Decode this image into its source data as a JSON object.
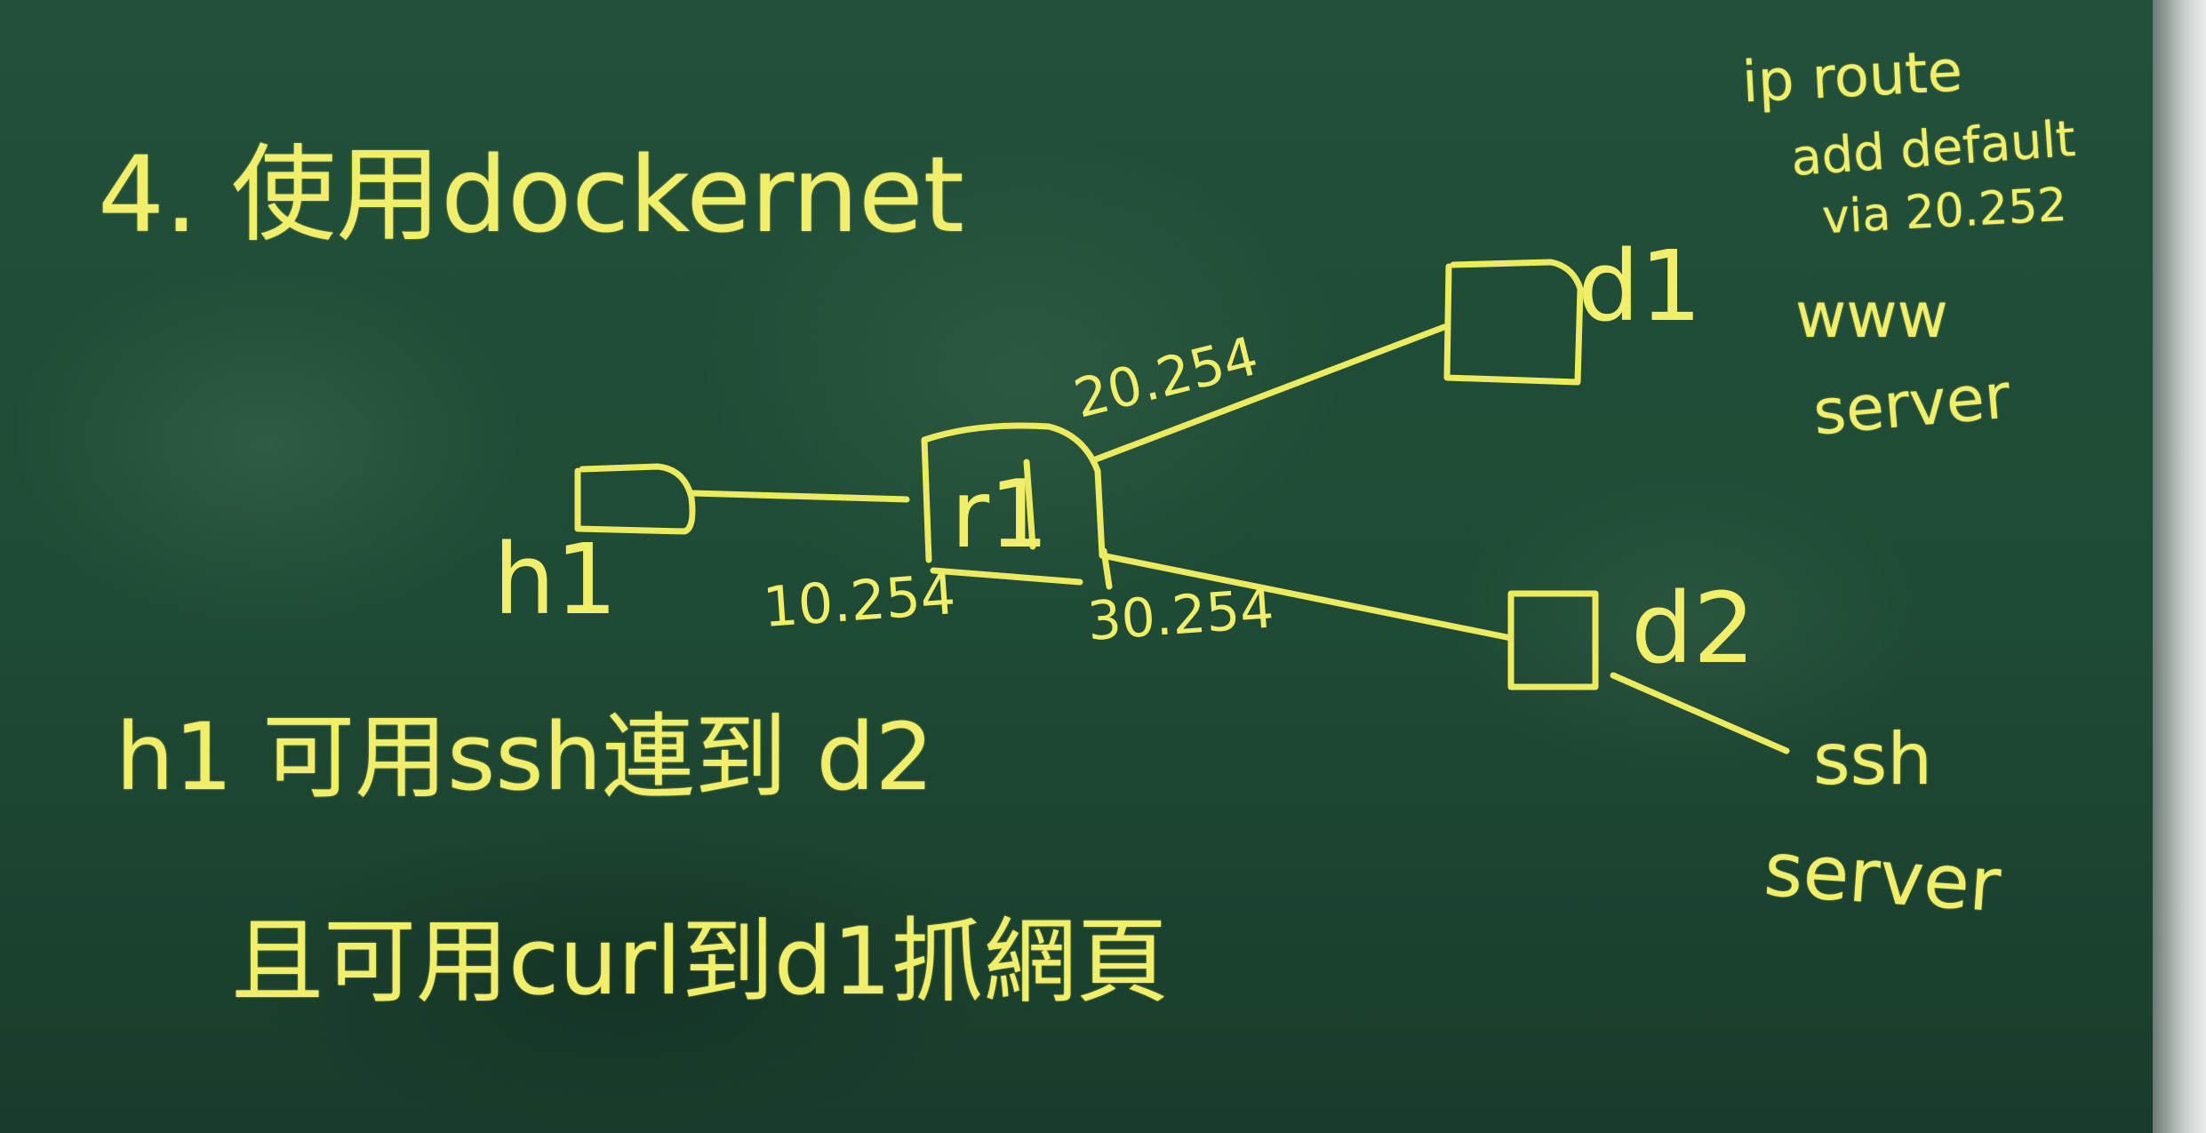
{
  "board": {
    "title": "4. 使用dockernet",
    "note_line1": "ip route",
    "note_line2": "add default",
    "note_line3": "via 20.252",
    "d1_role_line1": "www",
    "d1_role_line2": "server",
    "d2_role_line1": "ssh",
    "d2_role_line2": "server",
    "task_line1": "h1 可用ssh連到 d2",
    "task_line2": "且可用curl到d1抓網頁"
  },
  "diagram": {
    "h1_label": "h1",
    "r1_label": "r1",
    "d1_label": "d1",
    "d2_label": "d2",
    "ip_h1_side": "10.254",
    "ip_d1_side": "20.254",
    "ip_d2_side": "30.254"
  },
  "colors": {
    "chalk": "#f0ee6a",
    "board": "#1f4a35"
  }
}
